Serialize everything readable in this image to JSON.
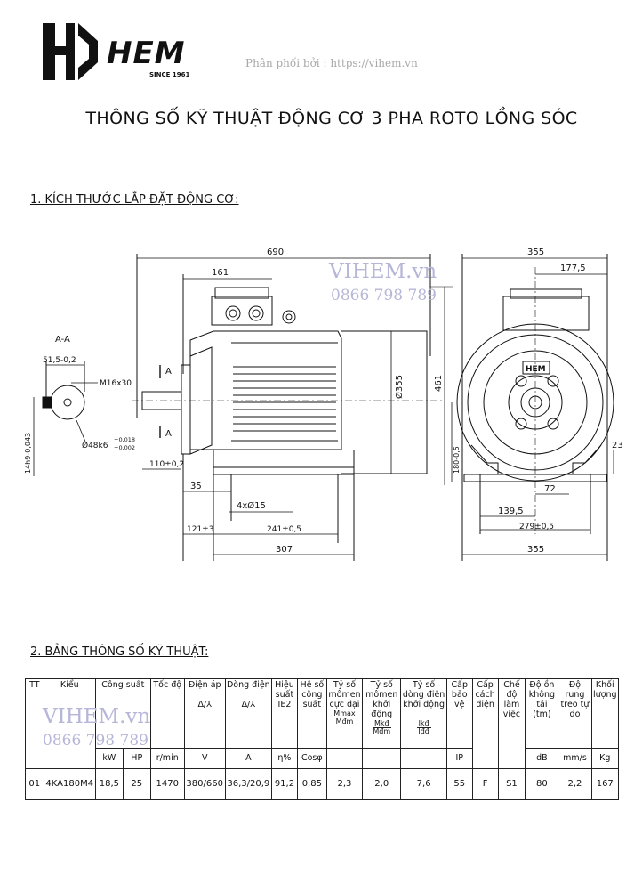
{
  "brand": {
    "name": "HEM",
    "since": "SINCE 1961"
  },
  "distributor": "Phân phối bởi : https://vihem.vn",
  "title": "THÔNG SỐ KỸ THUẬT ĐỘNG CƠ 3 PHA ROTO LỒNG SÓC",
  "section1": "1. KÍCH THƯỚC LẮP ĐẶT ĐỘNG CƠ:",
  "section2": "2. BẢNG THÔNG SỐ KỸ THUẬT:",
  "watermark": {
    "name": "VIHEM.vn",
    "phone": "0866 798 789"
  },
  "drawing": {
    "section_label": "A-A",
    "d_51": "51,5-0,2",
    "thread": "M16x30",
    "shaft": "Ø48k6",
    "shaft_tol_top": "+0,018",
    "shaft_tol_bot": "+0,002",
    "key": "14h9-0,043",
    "cut_a": "A",
    "len_690": "690",
    "len_161": "161",
    "dia_355": "Ø355",
    "h_461": "461",
    "d_110": "110±0,2",
    "d_35": "35",
    "holes": "4xØ15",
    "d_121": "121±3",
    "d_241": "241±0,5",
    "d_307": "307",
    "w_355_top": "355",
    "w_177": "177,5",
    "h_180": "180-0,5",
    "d_23": "23",
    "d_72": "72",
    "d_139": "139,5",
    "d_279": "279±0,5",
    "w_355_bot": "355",
    "plate_brand": "HEM"
  },
  "table": {
    "headers": {
      "tt": "TT",
      "kieu": "Kiểu",
      "power": "Công suất",
      "speed": "Tốc độ",
      "voltage": "Điện áp",
      "current": "Dòng điện",
      "eff": "Hiệu suất IE2",
      "pf": "Hệ số công suất",
      "tmax": "Tỷ số mômen cực đại",
      "tst": "Tỷ số mômen khởi động",
      "ist": "Tỷ số dòng điện khởi động",
      "ip": "Cấp bảo vệ",
      "ins": "Cấp cách điện",
      "duty": "Chế độ làm việc",
      "noise": "Độ ồn không tải (tm)",
      "vib": "Độ rung treo tự do",
      "weight": "Khối lượng"
    },
    "sub": {
      "delta": "Δ/⅄",
      "tmax_num": "Mmax",
      "tmax_den": "Mđm",
      "tst_num": "Mkđ",
      "tst_den": "Mđm",
      "ist_num": "Ikđ",
      "ist_den": "Iđđ"
    },
    "units": {
      "kw": "kW",
      "hp": "HP",
      "rpm": "r/min",
      "v": "V",
      "a": "A",
      "eff": "η%",
      "pf": "Cosφ",
      "ip": "IP",
      "db": "dB",
      "mms": "mm/s",
      "kg": "Kg"
    },
    "row": {
      "tt": "01",
      "kieu": "4KA180M4",
      "kw": "18,5",
      "hp": "25",
      "rpm": "1470",
      "v": "380/660",
      "a": "36,3/20,9",
      "eff": "91,2",
      "pf": "0,85",
      "tmax": "2,3",
      "tst": "2,0",
      "ist": "7,6",
      "ip": "55",
      "ins": "F",
      "duty": "S1",
      "db": "80",
      "vib": "2,2",
      "kg": "167"
    }
  }
}
